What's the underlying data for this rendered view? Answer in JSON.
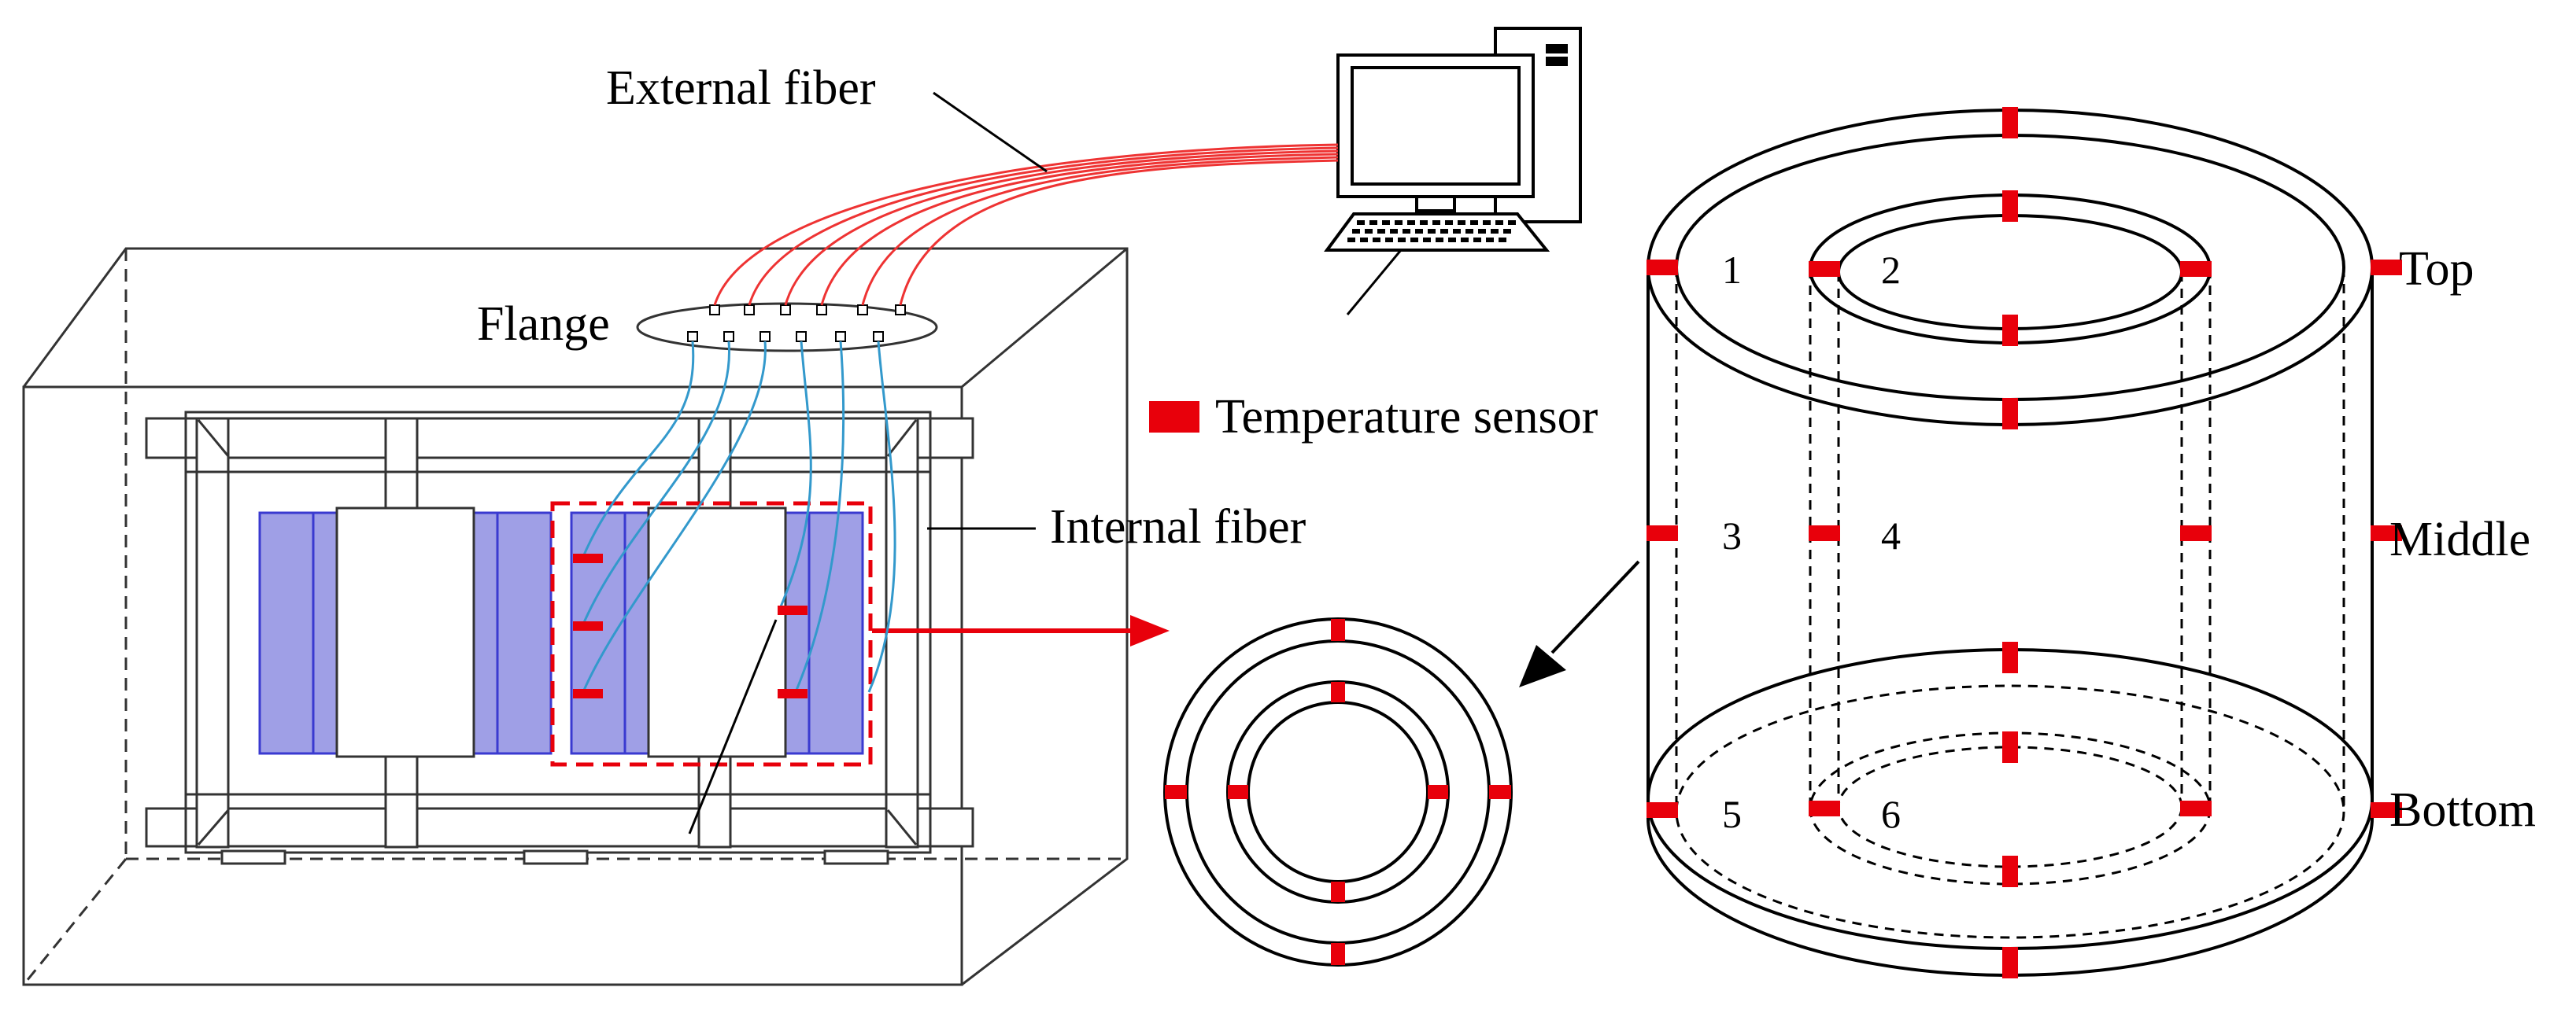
{
  "labels": {
    "external_fiber": "External fiber",
    "flange": "Flange",
    "internal_fiber": "Internal fiber",
    "legend_temperature_sensor": "Temperature sensor",
    "top": "Top",
    "middle": "Middle",
    "bottom": "Bottom"
  },
  "sensor_numbers": [
    "1",
    "2",
    "3",
    "4",
    "5",
    "6"
  ],
  "colors": {
    "sensor": "#e8000b",
    "external_fiber": "#ee3333",
    "internal_fiber": "#3399cc",
    "winding_fill": "#9f9fe6",
    "winding_stroke": "#3a3ad0",
    "highlight_box": "#e8000b",
    "line": "#000000",
    "frame": "#333333"
  },
  "icons": {
    "computer": "desktop-computer-icon"
  }
}
